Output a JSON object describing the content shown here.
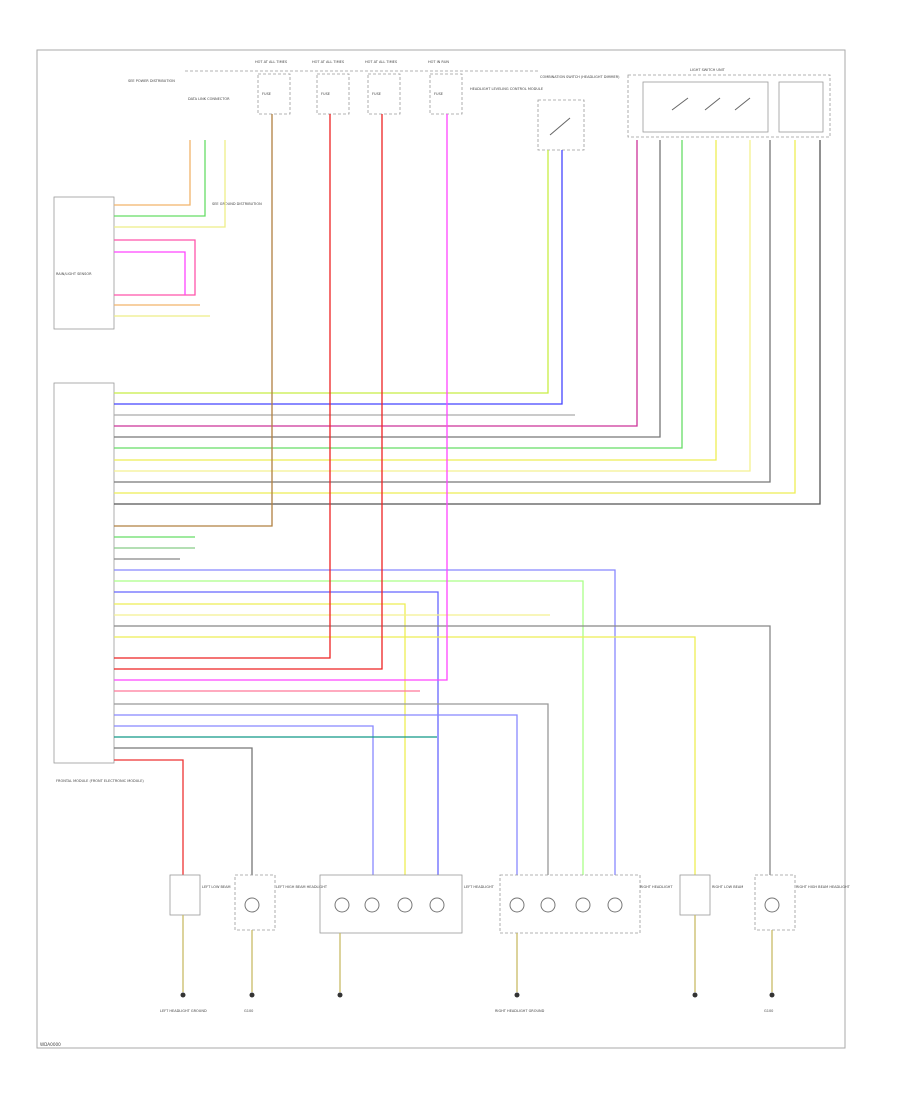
{
  "diagram": {
    "footer_code": "WDA0000",
    "ground_label": "G100",
    "components": {
      "light_switch": "LIGHT SWITCH UNIT",
      "high_beam_switch": "COMBINATION SWITCH (HEADLIGHT DIMMER)",
      "headlight_leveling": "HEADLIGHT LEVELING CONTROL MODULE",
      "rain_light_sensor": "RAIN/LIGHT SENSOR",
      "front_module": "FRONTAL MODULE (FRONT ELECTRONIC MODULE)",
      "left_low_beam": "LEFT LOW BEAM",
      "left_high_beam": "LEFT HIGH BEAM HEADLIGHT",
      "left_headlight": "LEFT HEADLIGHT",
      "right_headlight": "RIGHT HEADLIGHT",
      "right_low_beam": "RIGHT LOW BEAM",
      "right_high_beam": "RIGHT HIGH BEAM HEADLIGHT",
      "left_headlight_ground": "LEFT HEADLIGHT GROUND",
      "right_headlight_ground": "RIGHT HEADLIGHT GROUND",
      "hot_fuse_1": "HOT AT ALL TIMES",
      "hot_fuse_2": "HOT AT ALL TIMES",
      "hot_fuse_3": "HOT AT ALL TIMES",
      "hot_fuse_4": "HOT IN RUN",
      "fuse_label_1": "FUSE",
      "fuse_label_2": "FUSE",
      "fuse_label_3": "FUSE",
      "fuse_label_4": "FUSE",
      "to_modules": "SEE POWER DISTRIBUTION",
      "data_link": "DATA LINK CONNECTOR",
      "see_ground": "SEE GROUND DISTRIBUTION"
    },
    "wire_colors": {
      "orange": "#f2b46a",
      "green": "#66dd66",
      "light_green": "#aaff66",
      "yellow_green": "#c8ee44",
      "blue": "#4444ff",
      "light_blue": "#8888ff",
      "red": "#ee2222",
      "pink": "#ff55aa",
      "magenta": "#ff44ff",
      "brown": "#b08040",
      "gray": "#777777",
      "dark_gray": "#555555",
      "yellow": "#eeee55",
      "pale_yellow": "#f4f090",
      "teal": "#119988",
      "violet": "#aa44cc",
      "black": "#333333"
    }
  }
}
